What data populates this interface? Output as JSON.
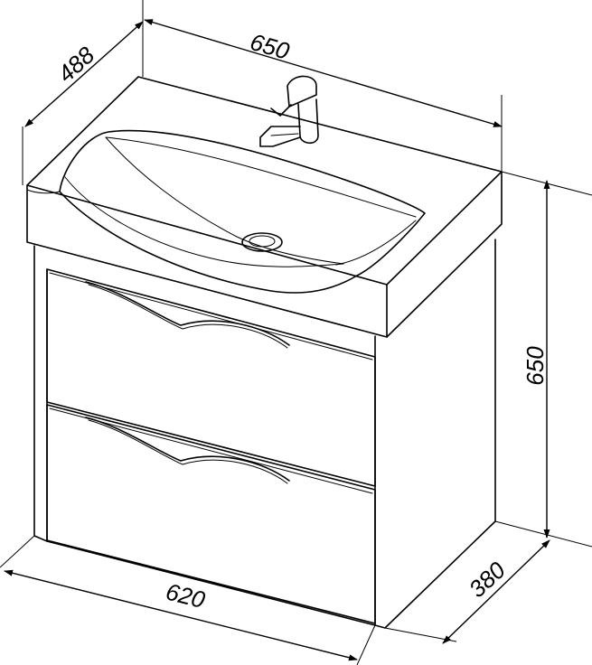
{
  "dimensions": {
    "top_width": "650",
    "top_depth": "488",
    "height": "650",
    "bottom_width": "620",
    "bottom_depth": "380"
  }
}
